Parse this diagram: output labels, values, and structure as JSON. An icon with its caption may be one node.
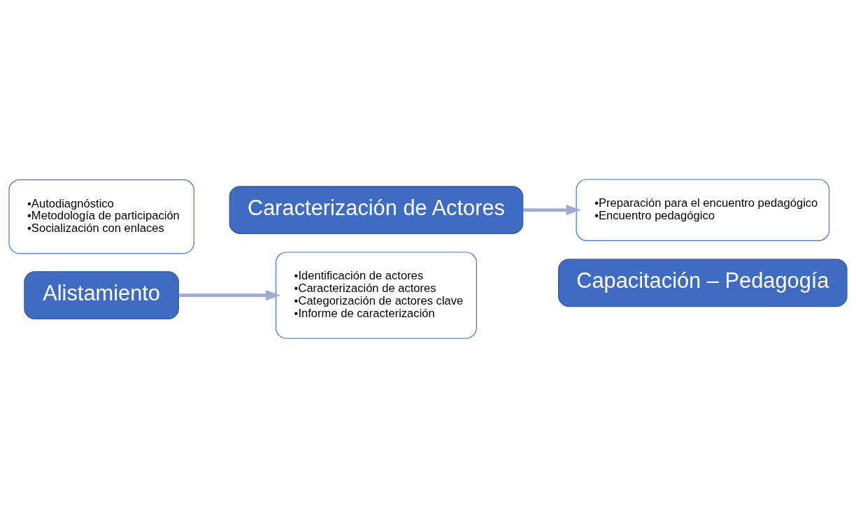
{
  "diagram": {
    "nodes": [
      {
        "text": [
          "•Autodiagnóstico",
          "•Metodología de participación",
          "•Socialización con enlaces"
        ]
      },
      {
        "text": [
          "Alistamiento"
        ]
      },
      {
        "text": [
          "Caracterización de Actores"
        ]
      },
      {
        "text": [
          "•Identificación de actores",
          "•Caracterización de actores",
          "•Categorización de actores clave",
          "•Informe de caracterización"
        ]
      },
      {
        "text": [
          "•Preparación para el encuentro pedagógico",
          "•Encuentro pedagógico"
        ]
      },
      {
        "text": [
          "Capacitación – Pedagogía"
        ]
      }
    ],
    "edges": [
      {
        "from": 1,
        "to": 3,
        "arrow": "to"
      },
      {
        "from": 2,
        "to": 4,
        "arrow": "to"
      }
    ]
  }
}
